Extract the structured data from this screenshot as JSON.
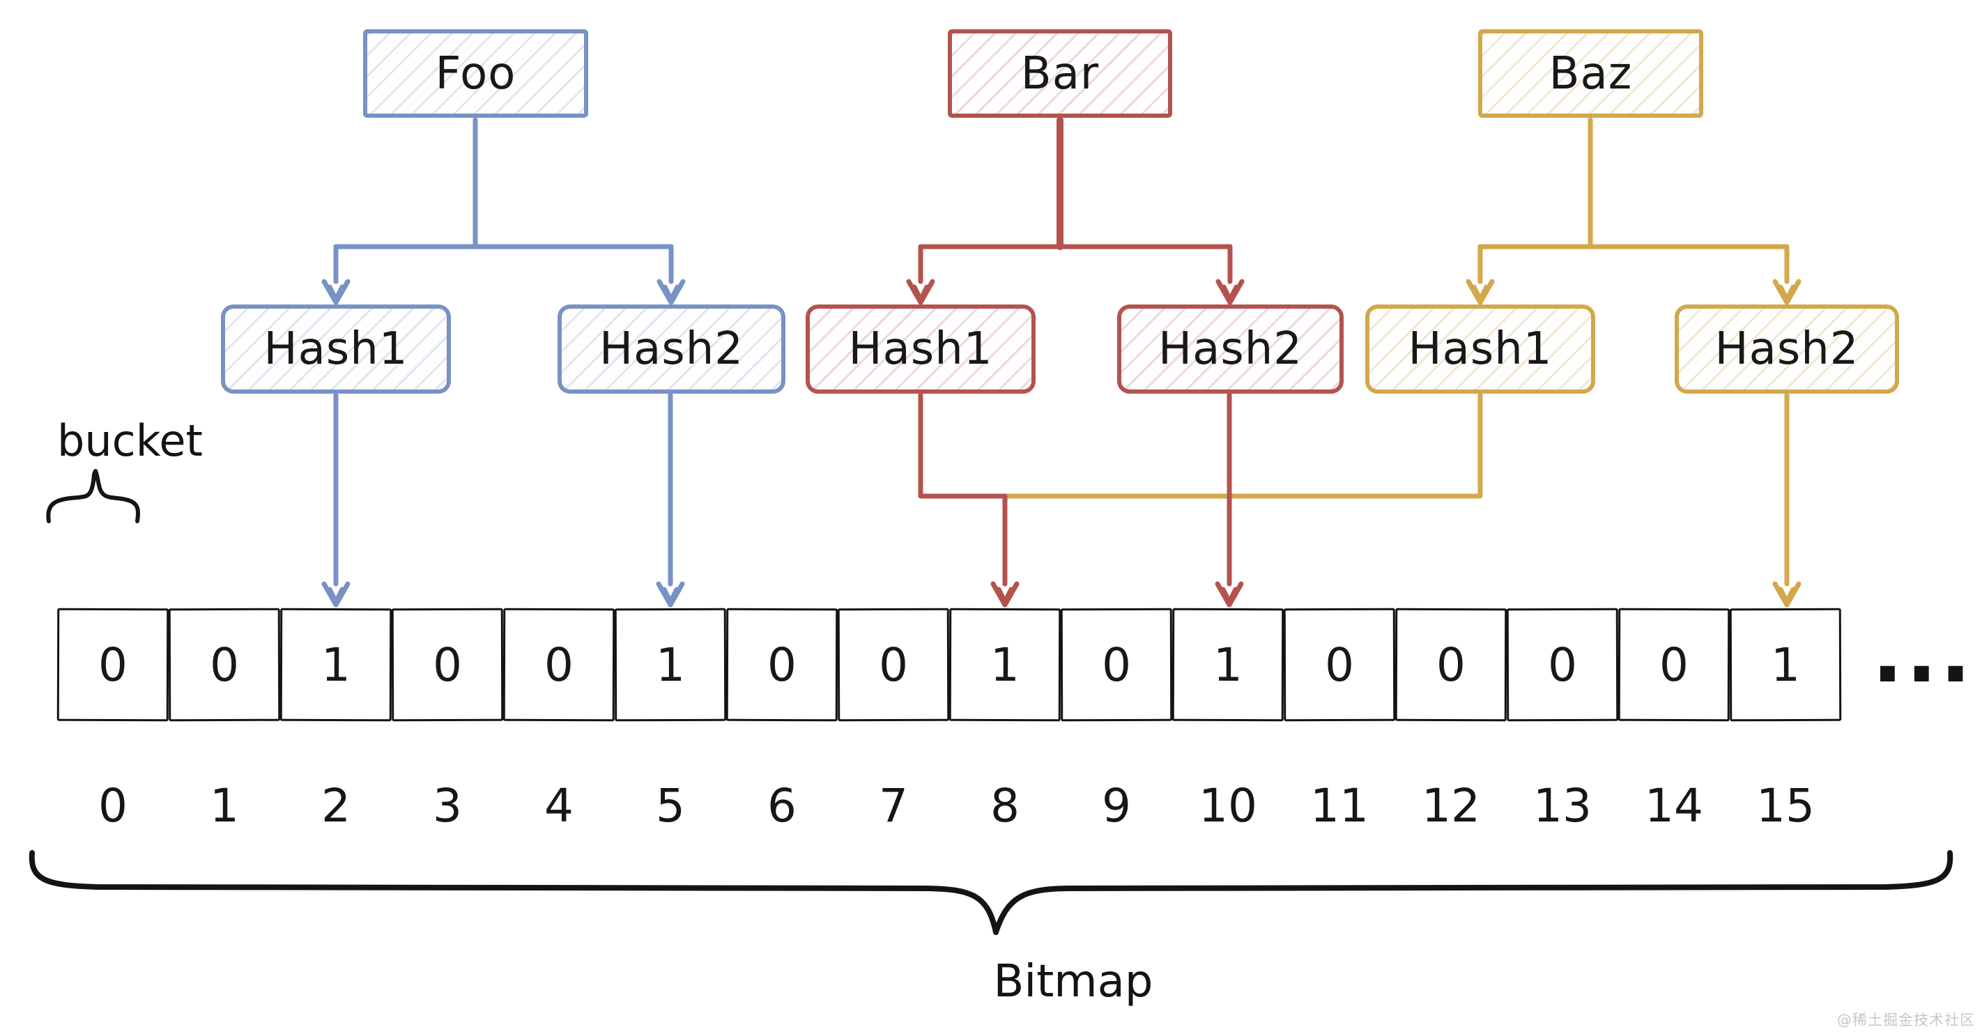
{
  "diagram": {
    "bucket_label": "bucket",
    "bitmap_label": "Bitmap",
    "ellipsis": "...",
    "watermark": "@稀土掘金技术社区",
    "colors": {
      "blue": "#7792c3",
      "red": "#b4534e",
      "yellow": "#d2a84b",
      "ink": "#141414",
      "watermark_gray": "#c6c6c6"
    },
    "groups": [
      {
        "label": "Foo",
        "color": "#7792c3",
        "hashes": [
          {
            "label": "Hash1",
            "target_bit": 2
          },
          {
            "label": "Hash2",
            "target_bit": 5
          }
        ]
      },
      {
        "label": "Bar",
        "color": "#b4534e",
        "hashes": [
          {
            "label": "Hash1",
            "target_bit": 8
          },
          {
            "label": "Hash2",
            "target_bit": 10
          }
        ]
      },
      {
        "label": "Baz",
        "color": "#d2a84b",
        "hashes": [
          {
            "label": "Hash1",
            "target_bit": 8
          },
          {
            "label": "Hash2",
            "target_bit": 15
          }
        ]
      }
    ],
    "bitmap": {
      "values": [
        0,
        0,
        1,
        0,
        0,
        1,
        0,
        0,
        1,
        0,
        1,
        0,
        0,
        0,
        0,
        1
      ],
      "indexes": [
        0,
        1,
        2,
        3,
        4,
        5,
        6,
        7,
        8,
        9,
        10,
        11,
        12,
        13,
        14,
        15
      ]
    }
  }
}
